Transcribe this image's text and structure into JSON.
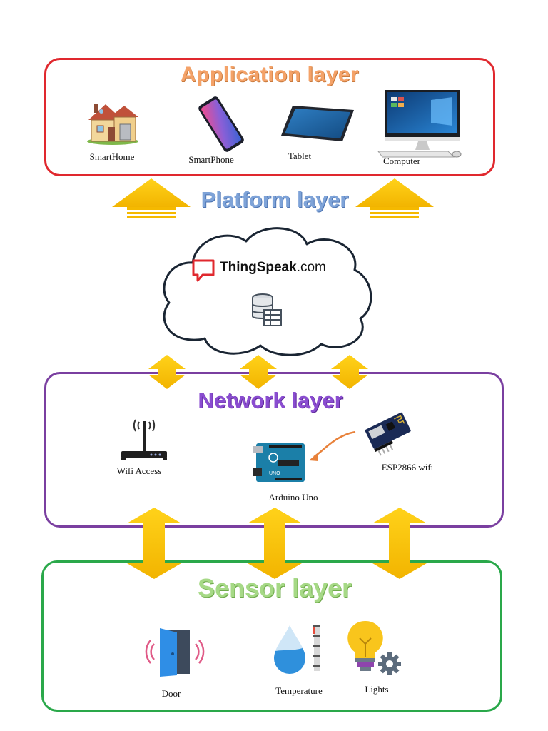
{
  "layers": {
    "application": "Application  layer",
    "platform": "Platform layer",
    "network": "Network layer",
    "sensor": "Sensor layer"
  },
  "application_items": [
    {
      "label": "SmartHome",
      "icon": "house-icon"
    },
    {
      "label": "SmartPhone",
      "icon": "smartphone-icon"
    },
    {
      "label": "Tablet",
      "icon": "tablet-icon"
    },
    {
      "label": "Computer",
      "icon": "computer-icon"
    }
  ],
  "platform": {
    "brand_name": "ThingSpeak",
    "brand_suffix": ".com",
    "icons": [
      "thingspeak-logo-icon",
      "database-icon",
      "cloud-icon"
    ]
  },
  "network_items": [
    {
      "label": "Wifi Access",
      "icon": "router-icon"
    },
    {
      "label": "Arduino Uno",
      "icon": "arduino-icon"
    },
    {
      "label": "ESP2866 wifi",
      "icon": "esp-module-icon"
    }
  ],
  "sensor_items": [
    {
      "label": "Door",
      "icon": "door-icon"
    },
    {
      "label": "Temperature",
      "icon": "thermometer-drop-icon"
    },
    {
      "label": "Lights",
      "icon": "lightbulb-gear-icon"
    }
  ],
  "colors": {
    "application_border": "#e0282e",
    "network_border": "#7a3fa0",
    "sensor_border": "#2aa84a",
    "arrow": "#f7c000",
    "application_title": "#f4a268",
    "platform_title": "#7ea3d8",
    "network_title": "#8a4dd0",
    "sensor_title": "#a6d986"
  }
}
